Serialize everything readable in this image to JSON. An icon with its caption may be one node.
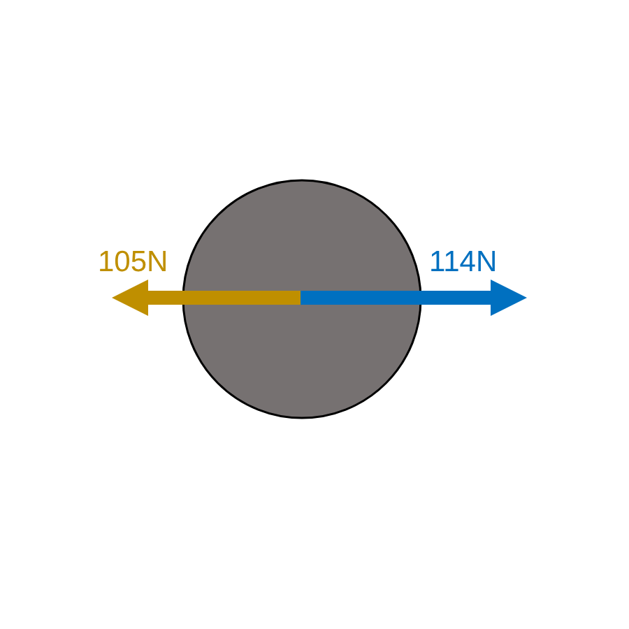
{
  "diagram": {
    "nodes": [
      {
        "text": [],
        "shape": "circle"
      }
    ],
    "labels": [
      "105N",
      "114N"
    ]
  }
}
